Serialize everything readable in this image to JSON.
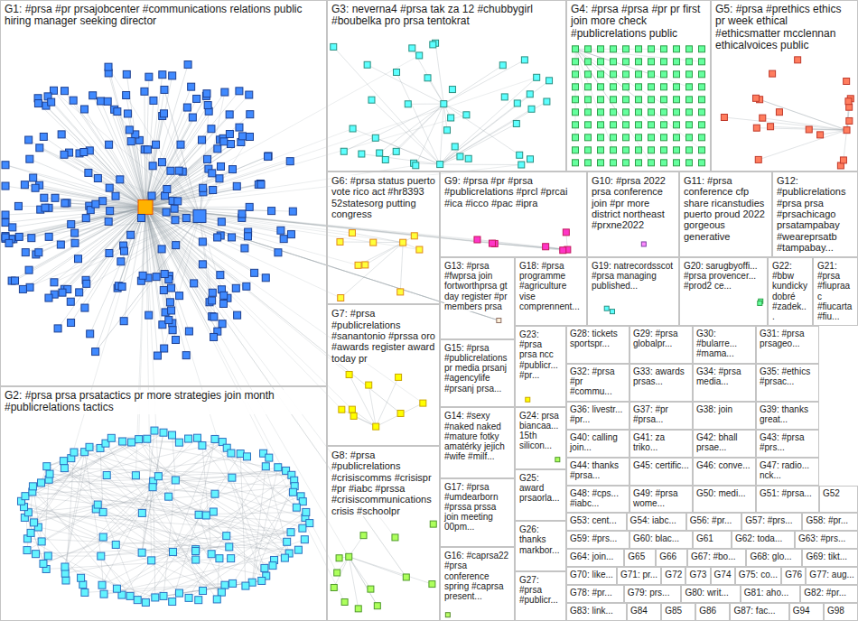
{
  "diagram": {
    "nodes": [
      {
        "text": [
          "G1: #prsa #pr prsajobcenter #communications relations public hiring manager seeking director"
        ]
      },
      {
        "text": [
          "G2: #prsa prsa prsatactics pr more strategies join month #publicrelations tactics"
        ]
      },
      {
        "text": [
          "G3: neverna4 #prsa tak za 12 #chubbygirl #boubelka pro prsa tentokrat"
        ]
      },
      {
        "text": [
          "G4: #prsa #prsa #pr pr first join more check #publicrelations public"
        ]
      },
      {
        "text": [
          "G5: #prsa #prethics ethics pr week ethical #ethicsmatter mcclennan ethicalvoices public"
        ]
      },
      {
        "text": [
          "G6: #prsa status puerto vote rico act #hr8393 52statesorg putting congress"
        ]
      },
      {
        "text": [
          "G7: #prsa #publicrelations #sanantonio #prssa oro #awards register award today pr"
        ]
      },
      {
        "text": [
          "G8: #prsa #publicrelations #crisiscomms #crisispr #pr #iabc #prssa #crisiscommunications crisis #schoolpr"
        ]
      },
      {
        "text": [
          "G9: #prsa #pr #prsa #publicrelations #prcl #prcai #ica #icco #pac #ipra"
        ]
      },
      {
        "text": [
          "G10: #prsa 2022 prsa conference join #pr more district northeast #prxne2022"
        ]
      },
      {
        "text": [
          "G11: #prsa conference cfp share ricanstudies puerto proud 2022 gorgeous generative"
        ]
      },
      {
        "text": [
          "G12: #publicrelations #prsa prsa #prsachicago prsatampabay #weareprsatb #tampabay..."
        ]
      },
      {
        "text": [
          "G13: #prsa #fwprsa join fortworthprsa gt day register #pr members prsa"
        ]
      },
      {
        "text": [
          "G14: #sexy #naked naked #mature fotky amatérky jejich #wife #milf..."
        ]
      },
      {
        "text": [
          "G15: #prsa #publicrelations pr media prsanj #agencylife #prsanj prsa..."
        ]
      },
      {
        "text": [
          "G16: #caprsa22 #prsa conference spring #caprsa present..."
        ]
      },
      {
        "text": [
          "G17: #prsa #umdearborn #prssa prssa join meeting 00pm..."
        ]
      },
      {
        "text": [
          "G18: #prsa programme #agriculture vise comprennent..."
        ]
      },
      {
        "text": [
          "G19: natrecordsscot #prsa managing published..."
        ]
      },
      {
        "text": [
          "G20: sarugbyoffi... #prsa provencer... #prod2 ce..."
        ]
      },
      {
        "text": [
          "G21: #prsa #fiupraac #fiucarta #fiu..."
        ]
      },
      {
        "text": [
          "G22: #bbw kundicky dobré #zadek..."
        ]
      },
      {
        "text": [
          "G23: #prsa prsa ncc #publicr... #pr..."
        ]
      },
      {
        "text": [
          "G24: prsa biancaa... 15th silicon..."
        ]
      },
      {
        "text": [
          "G25: award prsaorla..."
        ]
      },
      {
        "text": [
          "G26: thanks markbor..."
        ]
      },
      {
        "text": [
          "G27: #prsa #publicr..."
        ]
      },
      {
        "text": [
          "G28: tickets sportspr..."
        ]
      },
      {
        "text": [
          "G29: #prsa globalpr..."
        ]
      },
      {
        "text": [
          "G30: #bularre... #mama..."
        ]
      },
      {
        "text": [
          "G31: #prsa prsageo..."
        ]
      },
      {
        "text": [
          "G32: #prsa #pr #commu..."
        ]
      },
      {
        "text": [
          "G33: awards prsas..."
        ]
      },
      {
        "text": [
          "G34: #prsa media..."
        ]
      },
      {
        "text": [
          "G35: #ethics #prsac..."
        ]
      },
      {
        "text": [
          "G36: livestr... #pr..."
        ]
      },
      {
        "text": [
          "G37: #pr #prsa..."
        ]
      },
      {
        "text": [
          "G38: join"
        ]
      },
      {
        "text": [
          "G39: thanks great..."
        ]
      },
      {
        "text": [
          "G40: calling join..."
        ]
      },
      {
        "text": [
          "G41: za triko..."
        ]
      },
      {
        "text": [
          "G42: bhall prsae..."
        ]
      },
      {
        "text": [
          "G43: #prsa #prs..."
        ]
      },
      {
        "text": [
          "G44: thanks #prsa..."
        ]
      },
      {
        "text": [
          "G45: certific..."
        ]
      },
      {
        "text": [
          "G46: conve..."
        ]
      },
      {
        "text": [
          "G47: radio... nck..."
        ]
      },
      {
        "text": [
          "G48: #cps... #iabc..."
        ]
      },
      {
        "text": [
          "G49: #prsa wome..."
        ]
      },
      {
        "text": [
          "G50: medi..."
        ]
      },
      {
        "text": [
          "G51: #prsa..."
        ]
      },
      {
        "text": [
          "G52"
        ]
      },
      {
        "text": [
          "G53: cent..."
        ]
      },
      {
        "text": [
          "G54: iabc..."
        ]
      },
      {
        "text": [
          "G56: #pr..."
        ]
      },
      {
        "text": [
          "G57: #prs..."
        ]
      },
      {
        "text": [
          "G58: #pr..."
        ]
      },
      {
        "text": [
          "G59: #prs..."
        ]
      },
      {
        "text": [
          "G60: blac..."
        ]
      },
      {
        "text": [
          "G61"
        ]
      },
      {
        "text": [
          "G62: toda..."
        ]
      },
      {
        "text": [
          "G63: #prs..."
        ]
      },
      {
        "text": [
          "G64: join..."
        ]
      },
      {
        "text": [
          "G65"
        ]
      },
      {
        "text": [
          "G66"
        ]
      },
      {
        "text": [
          "G67: #bo..."
        ]
      },
      {
        "text": [
          "G68: glo..."
        ]
      },
      {
        "text": [
          "G69: tikt..."
        ]
      },
      {
        "text": [
          "G70: like..."
        ]
      },
      {
        "text": [
          "G71: pr..."
        ]
      },
      {
        "text": [
          "G72"
        ]
      },
      {
        "text": [
          "G73"
        ]
      },
      {
        "text": [
          "G74"
        ]
      },
      {
        "text": [
          "G75: co..."
        ]
      },
      {
        "text": [
          "G76"
        ]
      },
      {
        "text": [
          "G77: aug..."
        ]
      },
      {
        "text": [
          "G78: #pr..."
        ]
      },
      {
        "text": [
          "G79: prs..."
        ]
      },
      {
        "text": [
          "G80: writ..."
        ]
      },
      {
        "text": [
          "G81: aho..."
        ]
      },
      {
        "text": [
          "G82: #pr..."
        ]
      },
      {
        "text": [
          "G83: link..."
        ]
      },
      {
        "text": [
          "G84"
        ]
      },
      {
        "text": [
          "G85"
        ]
      },
      {
        "text": [
          "G86"
        ]
      },
      {
        "text": [
          "G87: fac..."
        ]
      },
      {
        "text": [
          "G94"
        ]
      },
      {
        "text": [
          "G98"
        ]
      }
    ]
  }
}
